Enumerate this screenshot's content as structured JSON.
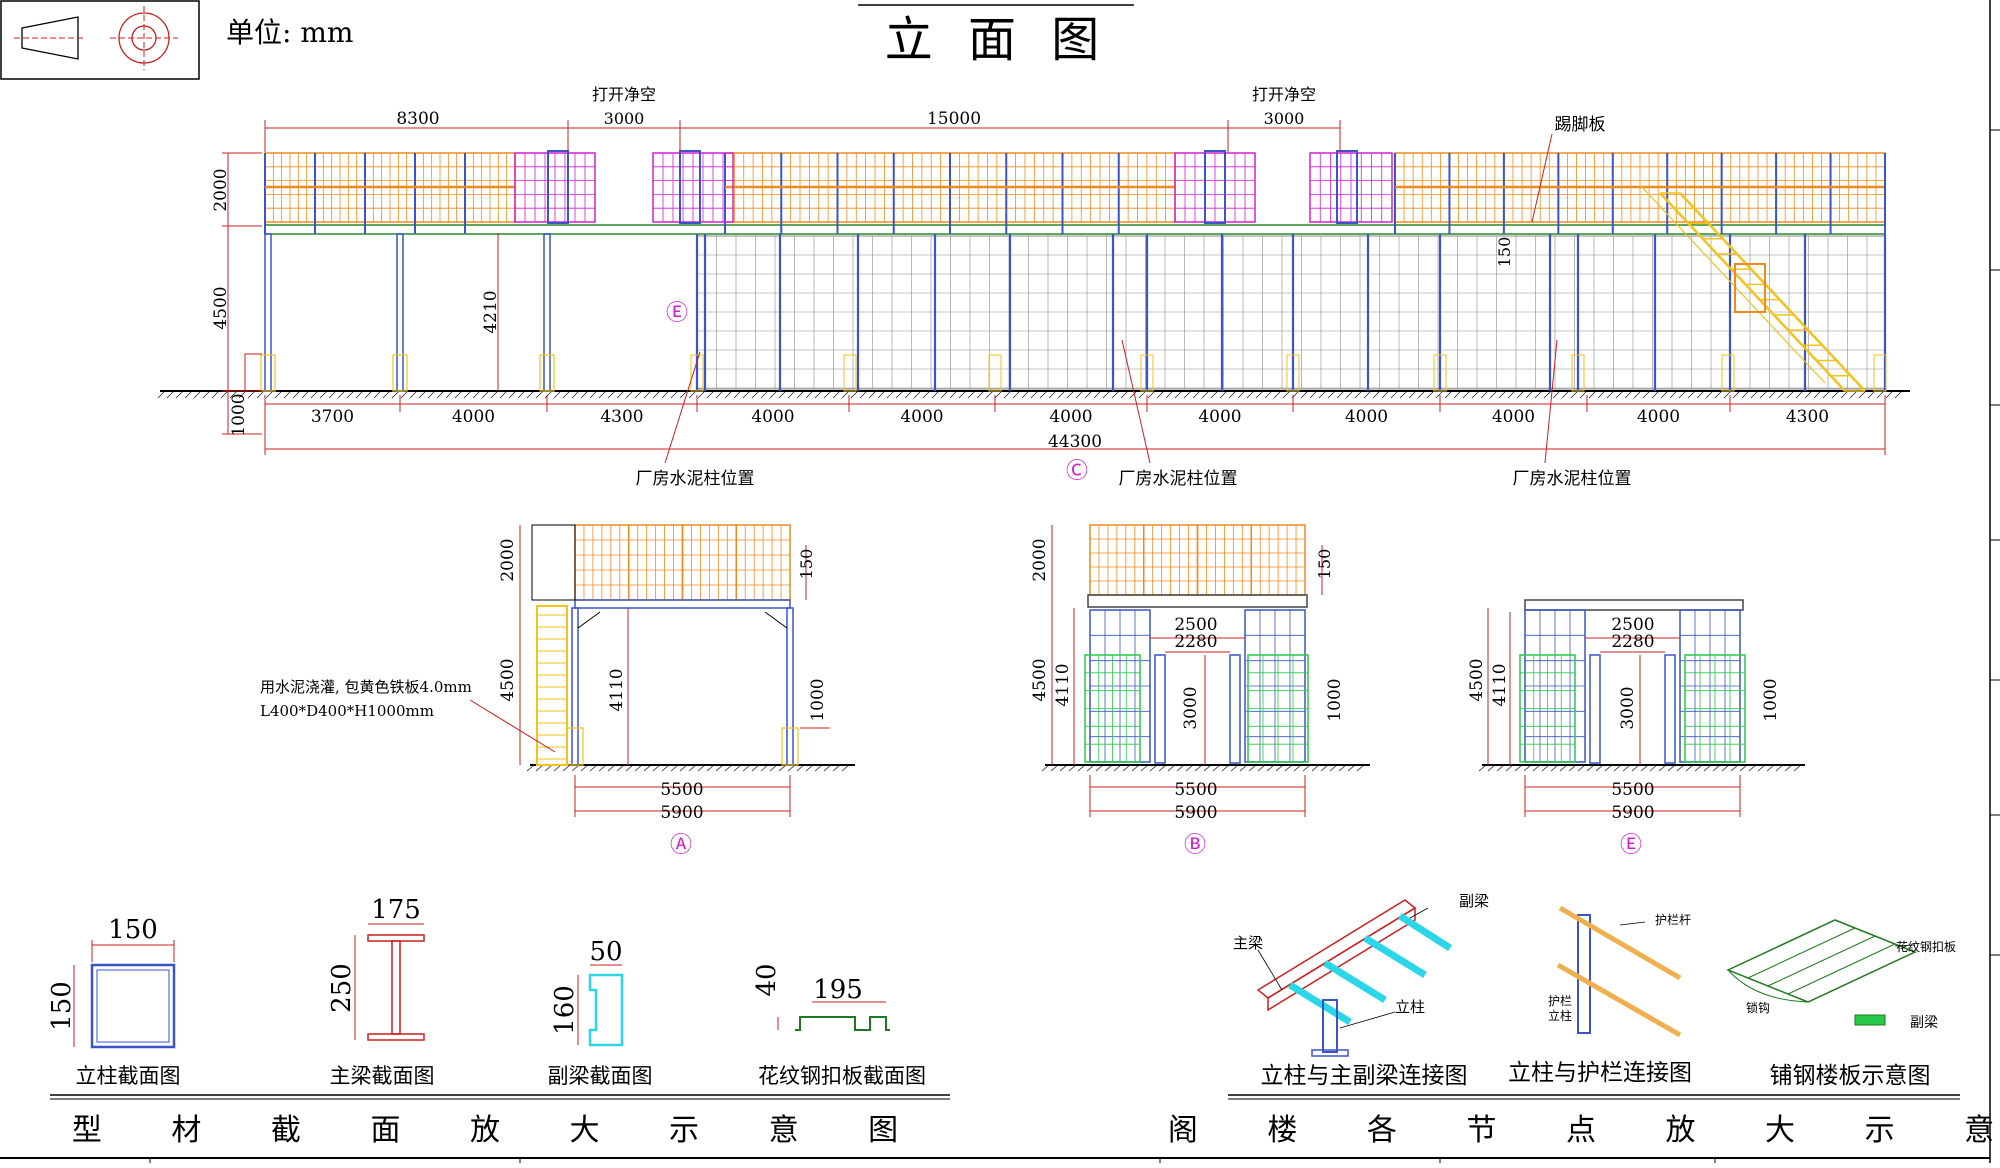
{
  "header": {
    "unit_label": "单位: mm",
    "title": "立 面 图"
  },
  "elevation": {
    "gap_label_1": "打开净空",
    "gap_label_2": "打开净空",
    "top_dims": [
      "8300",
      "3000",
      "15000",
      "3000"
    ],
    "kickboard_label": "踢脚板",
    "left_dims": [
      "2000",
      "4500",
      "1000"
    ],
    "inner_dim": "4210",
    "post_dim": "150",
    "bay_dims": [
      "3700",
      "4000",
      "4300",
      "4000",
      "4000",
      "4000",
      "4000",
      "4000",
      "4000",
      "4000",
      "4300"
    ],
    "total_dim": "44300",
    "axis_e": "Ⓔ",
    "axis_c": "Ⓒ",
    "column_labels": [
      "厂房水泥柱位置",
      "厂房水泥柱位置",
      "厂房水泥柱位置"
    ]
  },
  "sections": {
    "a": {
      "axis": "Ⓐ",
      "dims": [
        "2000",
        "4500",
        "4110",
        "150",
        "1000",
        "5500",
        "5900"
      ],
      "note_line1": "用水泥浇灌, 包黄色铁板4.0mm",
      "note_line2": "L400*D400*H1000mm"
    },
    "b": {
      "axis": "Ⓑ",
      "dims": [
        "2000",
        "4500",
        "4110",
        "150",
        "2500",
        "2280",
        "3000",
        "1000",
        "5500",
        "5900"
      ]
    },
    "e": {
      "axis": "Ⓔ",
      "dims": [
        "4500",
        "4110",
        "2500",
        "2280",
        "3000",
        "1000",
        "5500",
        "5900"
      ]
    }
  },
  "profiles": {
    "items": [
      {
        "label": "立柱截面图",
        "dims": [
          "150",
          "150"
        ]
      },
      {
        "label": "主梁截面图",
        "dims": [
          "175",
          "250"
        ]
      },
      {
        "label": "副梁截面图",
        "dims": [
          "50",
          "160"
        ]
      },
      {
        "label": "花纹钢扣板截面图",
        "dims": [
          "40",
          "195"
        ]
      }
    ],
    "caption": "型 材 截 面 放 大 示 意 图"
  },
  "nodes": {
    "items": [
      {
        "label": "立柱与主副梁连接图",
        "tags": [
          "主梁",
          "副梁",
          "立柱"
        ]
      },
      {
        "label": "立柱与护栏连接图",
        "tags": [
          "护栏杆",
          "护栏",
          "立柱"
        ]
      },
      {
        "label": "铺钢楼板示意图",
        "tags": [
          "花纹钢扣板",
          "锁钩",
          "副梁"
        ]
      }
    ],
    "caption": "阁 楼 各 节 点 放 大 示 意"
  },
  "colors": {
    "dim_red": "#cc1f1f",
    "rail_orange": "#f08a1e",
    "gate_magenta": "#d21ed2",
    "frame_blue": "#3a55c8",
    "grid_gray": "#8a8a8a",
    "stair_yellow": "#f2c21e",
    "shelf_green": "#29c84a",
    "cyan": "#2ad6e8"
  }
}
